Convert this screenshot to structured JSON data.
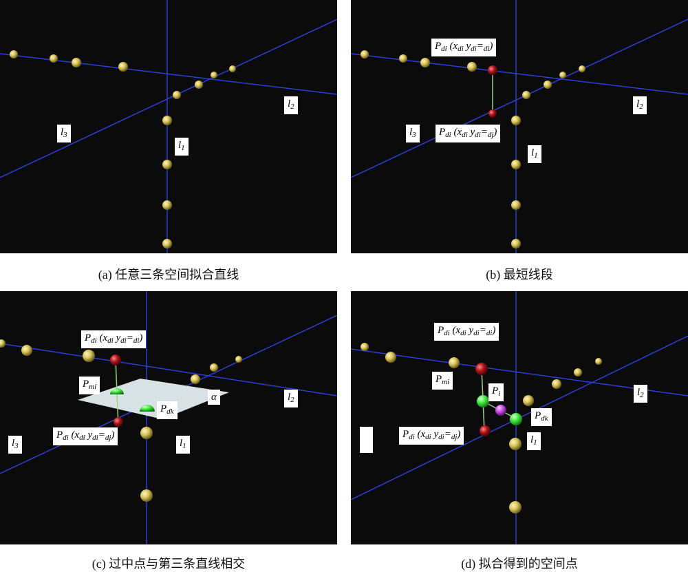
{
  "panels": {
    "a": {
      "caption": "(a) 任意三条空间拟合直线",
      "labels": {
        "l2": {
          "base": "l",
          "sub": "2"
        },
        "l3": {
          "base": "l",
          "sub": "3"
        },
        "l1": {
          "base": "l",
          "sub": "1"
        }
      }
    },
    "b": {
      "caption": "(b) 最短线段",
      "labels": {
        "pdi_top": {
          "base": "P",
          "sub": "di",
          "rest": " (x",
          "sub2": "di",
          "mid": " y",
          "sub3": "di",
          "end": "=",
          "sub4": "di",
          ")": ")"
        },
        "pdi_bot": {
          "base": "P",
          "sub": "di",
          "rest": " (x",
          "sub2": "di",
          "mid": " y",
          "sub3": "di",
          "end": "=",
          "sub4": "dj",
          ")": ")"
        },
        "l2": {
          "base": "l",
          "sub": "2"
        },
        "l3": {
          "base": "l",
          "sub": "3"
        },
        "l1": {
          "base": "l",
          "sub": "1"
        }
      }
    },
    "c": {
      "caption": "(c) 过中点与第三条直线相交",
      "labels": {
        "pdi_top": {
          "base": "P",
          "sub": "di",
          "rest": " (x",
          "sub2": "di",
          "mid": " y",
          "sub3": "di",
          "end": "=",
          "sub4": "di",
          ")": ")"
        },
        "pmi": {
          "base": "P",
          "sub": "mi"
        },
        "pdk": {
          "base": "P",
          "sub": "dk"
        },
        "alpha": {
          "base": "α"
        },
        "pdi_bot": {
          "base": "P",
          "sub": "di",
          "rest": " (x",
          "sub2": "di",
          "mid": " y",
          "sub3": "di",
          "end": "=",
          "sub4": "dj",
          ")": ")"
        },
        "l2": {
          "base": "l",
          "sub": "2"
        },
        "l3": {
          "base": "l",
          "sub": "3"
        },
        "l1": {
          "base": "l",
          "sub": "1"
        }
      }
    },
    "d": {
      "caption": "(d) 拟合得到的空间点",
      "labels": {
        "pdi_top": {
          "base": "P",
          "sub": "di",
          "rest": " (x",
          "sub2": "di",
          "mid": " y",
          "sub3": "di",
          "end": "=",
          "sub4": "di",
          ")": ")"
        },
        "pmi": {
          "base": "P",
          "sub": "mi"
        },
        "pi": {
          "base": "P",
          "sub": "i"
        },
        "pdk": {
          "base": "P",
          "sub": "dk"
        },
        "pdi_bot": {
          "base": "P",
          "sub": "di",
          "rest": " (x",
          "sub2": "di",
          "mid": " y",
          "sub3": "di",
          "end": "=",
          "sub4": "dj",
          ")": ")"
        },
        "l2": {
          "base": "l",
          "sub": "2"
        },
        "l1": {
          "base": "l",
          "sub": "1"
        }
      }
    }
  },
  "colors": {
    "background": "#0b0b0b",
    "line": "#2b3fd6",
    "sphere_yellow": "#d9c55a",
    "sphere_red": "#b0151c",
    "sphere_green": "#3fe83f",
    "sphere_purple": "#c84fe0",
    "plane": "#e4eef0",
    "segment": "#9fd08a"
  },
  "icons": [
    "sphere-marker-yellow",
    "sphere-marker-red",
    "sphere-marker-green",
    "sphere-marker-purple"
  ]
}
